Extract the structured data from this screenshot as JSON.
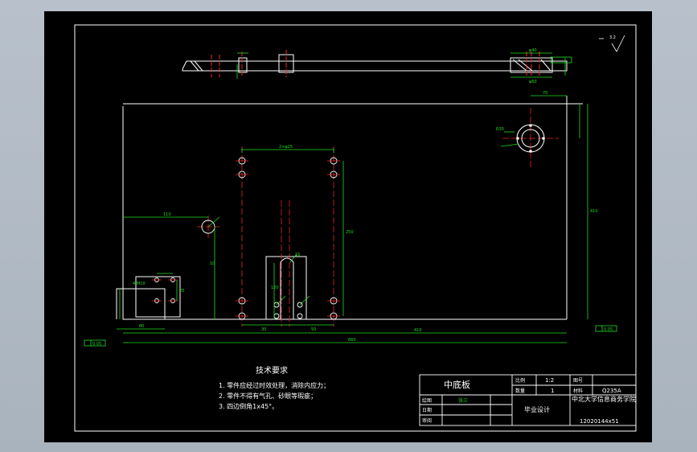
{
  "tech_requirements": {
    "title": "技术要求",
    "items": [
      "1. 零件应经过时效处理，消除内应力；",
      "2. 零件不得有气孔、砂眼等瑕疵；",
      "3. 四边倒角1x45°。"
    ]
  },
  "title_block": {
    "part_name": "中底板",
    "scale_label": "比例",
    "scale_value": "1:2",
    "qty_label": "数量",
    "qty_value": "1",
    "drawing_no_label": "图号",
    "material_label": "材料",
    "material_value": "Q235A",
    "drawn_label": "绘图",
    "drawn_value": "张三",
    "date_label": "日期",
    "review_label": "审阅",
    "project": "毕业设计",
    "school": "中北大学信息商务学院",
    "student_id": "12020144x51"
  },
  "dimensions": {
    "total_width": "410",
    "overall_height": "410",
    "total_length_bottom": "660",
    "left_offset": "110",
    "slot_height": "120",
    "slot_width": "15",
    "center_span": "250",
    "bore_dia": "2×φ25",
    "pair_spacing": "30",
    "hole_pitch": "50",
    "base_left": "80",
    "step": "10",
    "small_block": "20",
    "top_spec": "4-M10",
    "right_offset": "70",
    "circle_r": "R30"
  },
  "surface_notes": {
    "roughness": "3.2",
    "flatness": "0.05"
  }
}
